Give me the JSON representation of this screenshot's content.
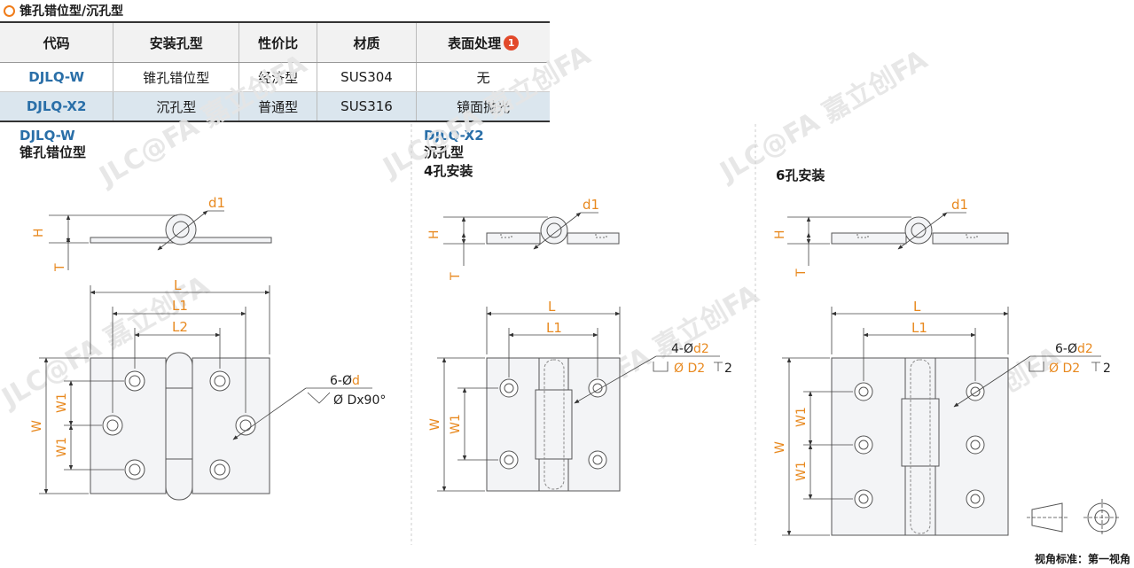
{
  "title": "锥孔错位型/沉孔型",
  "table": {
    "headers": [
      "代码",
      "安装孔型",
      "性价比",
      "材质",
      "表面处理"
    ],
    "note_badge": "1",
    "rows": [
      [
        "DJLQ-W",
        "锥孔错位型",
        "经济型",
        "SUS304",
        "无"
      ],
      [
        "DJLQ-X2",
        "沉孔型",
        "普通型",
        "SUS316",
        "镜面抛光"
      ]
    ]
  },
  "views": {
    "left": {
      "code": "DJLQ-W",
      "name": "锥孔错位型"
    },
    "middle": {
      "code": "DJLQ-X2",
      "name": "沉孔型",
      "sub": "4孔安装"
    },
    "right": {
      "sub": "6孔安装"
    }
  },
  "dims": {
    "d1": "d1",
    "H": "H",
    "T": "T",
    "L": "L",
    "L1": "L1",
    "L2": "L2",
    "W": "W",
    "W1": "W1",
    "hole_w_prefix": "6-Ø",
    "hole_w_d": "d",
    "hole_w_spec": "Ø Dx90°",
    "hole_m_prefix": "4-Ø",
    "hole_m_d": "d2",
    "hole_m_D2": "Ø D2",
    "hole_m_depth": "2",
    "hole_r_prefix": "6-Ø",
    "hole_r_d": "d2",
    "hole_r_D2": "Ø D2",
    "hole_r_depth": "2"
  },
  "watermark": "JLC@FA 嘉立创FA",
  "footer": "视角标准：第一视角",
  "colors": {
    "accent": "#e8891f",
    "code": "#2a6fa8",
    "badge": "#e2492a"
  }
}
